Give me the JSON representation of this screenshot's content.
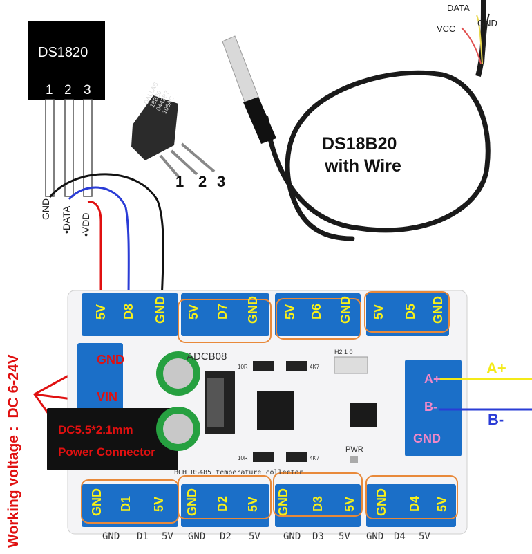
{
  "ds1820": {
    "title": "DS1820",
    "pins": [
      "1",
      "2",
      "3"
    ],
    "pin_labels": [
      "GND",
      "•DATA",
      "•VDD"
    ]
  },
  "to92": {
    "marking": [
      "DALLAS",
      "18B20",
      "0442B7",
      "106AC"
    ],
    "pins": [
      "1",
      "2",
      "3"
    ]
  },
  "probe": {
    "caption": [
      "DS18B20",
      "with Wire"
    ],
    "wire_labels": {
      "data": "DATA",
      "vcc": "VCC",
      "gnd": "GND"
    }
  },
  "working_voltage": "Working voltage :  DC 6-24V",
  "power": {
    "gnd_label": "GND",
    "vin_label": "VIN",
    "connector_label": [
      "DC5.5*2.1mm",
      "Power Connector"
    ]
  },
  "board": {
    "model": "ADCB08",
    "silk_note": "BCH RS485 temperature collector",
    "pwr": "PWR",
    "resistor_labels": [
      "10R",
      "4K7",
      "10R",
      "4K7"
    ],
    "jumper_label": "H2 1 0",
    "top_terminals": [
      [
        "5V",
        "D8",
        "GND"
      ],
      [
        "5V",
        "D7",
        "GND"
      ],
      [
        "5V",
        "D6",
        "GND"
      ],
      [
        "5V",
        "D5",
        "GND"
      ]
    ],
    "bottom_terminals": [
      [
        "GND",
        "D1",
        "5V"
      ],
      [
        "GND",
        "D2",
        "5V"
      ],
      [
        "GND",
        "D3",
        "5V"
      ],
      [
        "GND",
        "D4",
        "5V"
      ]
    ],
    "bottom_silk": [
      "GND",
      "D1",
      "5V",
      "GND",
      "D2",
      "5V",
      "GND",
      "D3",
      "5V",
      "GND",
      "D4",
      "5V"
    ],
    "rs485": [
      "A+",
      "B-",
      "GND"
    ]
  },
  "rs485_lines": {
    "a": "A+",
    "b": "B-"
  },
  "colors": {
    "red": "#e01010",
    "blue": "#2a3cd6",
    "yellow": "#f4ea18",
    "terminal_blue": "#1b6fc8",
    "orange_box": "#e8893a",
    "label_yellow": "#f8f018",
    "label_pink": "#f088c8"
  }
}
